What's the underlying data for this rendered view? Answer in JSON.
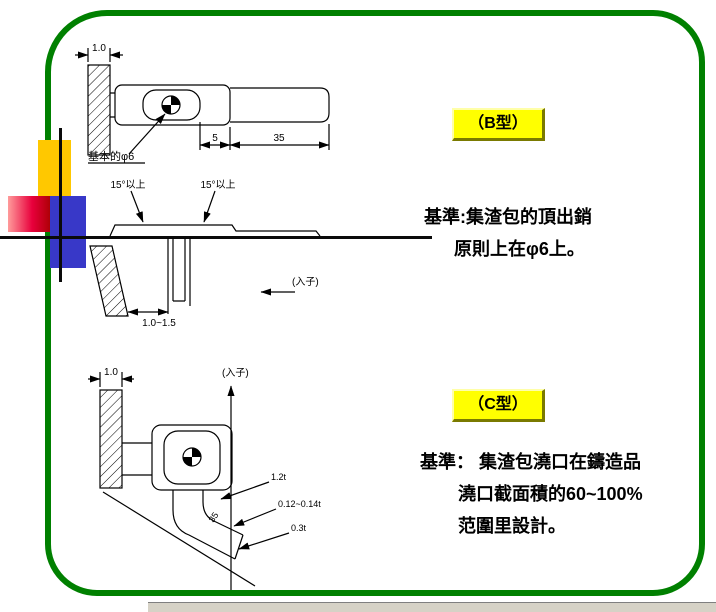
{
  "colors": {
    "slide_border_green": "#008000",
    "badge_background": "#FFFF00",
    "deco_yellow": "#FFC800",
    "deco_blue": "#3838C8",
    "deco_red": "#E8003C",
    "drawing_lines": "#000000"
  },
  "badges": {
    "b": "（B型）",
    "c": "（C型）"
  },
  "notes": {
    "b_line1": "基準:集渣包的頂出銷",
    "b_line2": "原則上在φ6上。",
    "c_line1": "基準： 集渣包澆口在鑄造品",
    "c_line2": "澆口截面積的60~100%",
    "c_line3": "范圍里設計。"
  },
  "drawing_b": {
    "dim_wall": "1.0",
    "label_phi": "基本的φ6",
    "dim_neck": "5",
    "dim_runner": "35",
    "angle_left": "15°以上",
    "angle_right": "15°以上",
    "label_insert": "(入子)",
    "dim_gap": "1.0~1.5"
  },
  "drawing_c": {
    "dim_wall": "1.0",
    "label_insert": "(入子)",
    "dim_gate_depth": "1.2t",
    "dim_gate_land": "0.12~0.14t",
    "dim_gate_edge": "0.3t",
    "dim_angle": "35"
  }
}
